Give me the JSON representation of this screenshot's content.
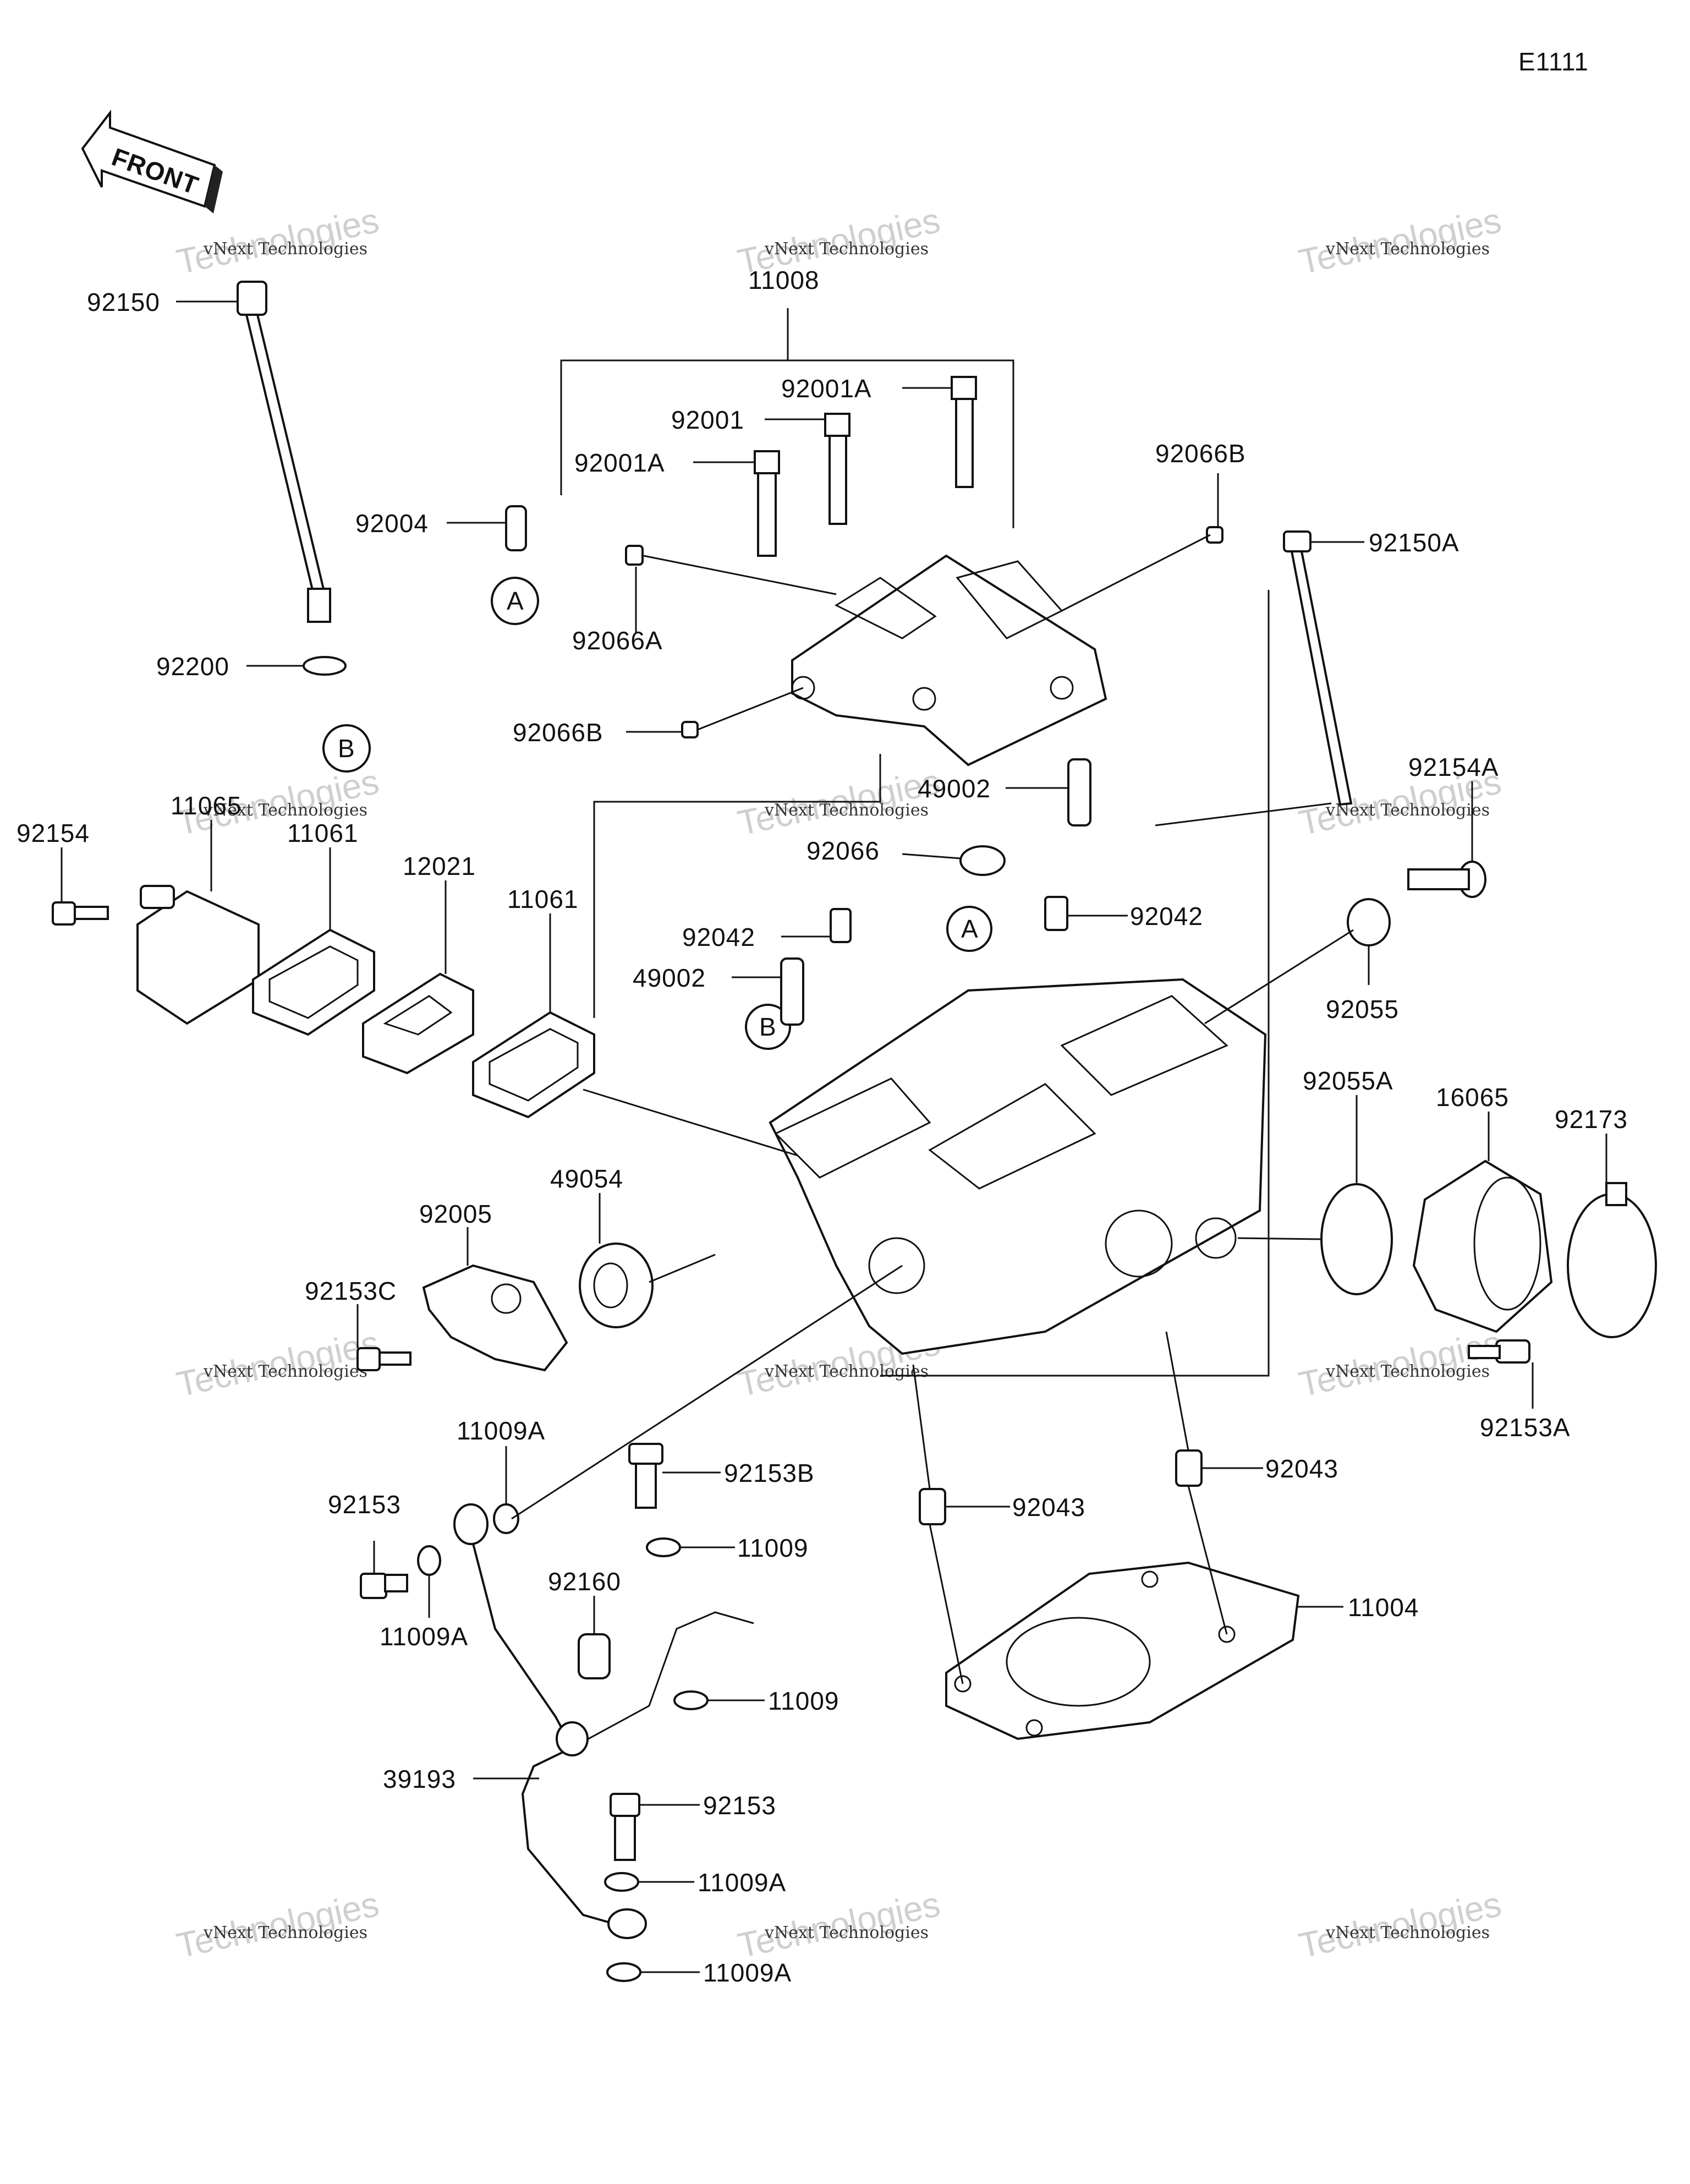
{
  "diagram_code": "E1111",
  "front_arrow_text": "FRONT",
  "watermark": {
    "small": "vNext Technologies",
    "large": "Technologies"
  },
  "callout_letters": [
    "A",
    "B"
  ],
  "part_labels": [
    "92150",
    "11008",
    "92001A",
    "92001",
    "92001A",
    "92066B",
    "92150A",
    "92004",
    "92066A",
    "92200",
    "92066B",
    "49002",
    "92154A",
    "92154",
    "11065",
    "11061",
    "12021",
    "11061",
    "92066",
    "92042",
    "92042",
    "49002",
    "92055",
    "92055A",
    "16065",
    "92173",
    "49054",
    "92005",
    "92153C",
    "92153A",
    "11009A",
    "92153B",
    "92043",
    "92043",
    "92153",
    "11009",
    "11004",
    "92160",
    "11009A",
    "11009",
    "39193",
    "92153",
    "11009A",
    "11009A"
  ]
}
